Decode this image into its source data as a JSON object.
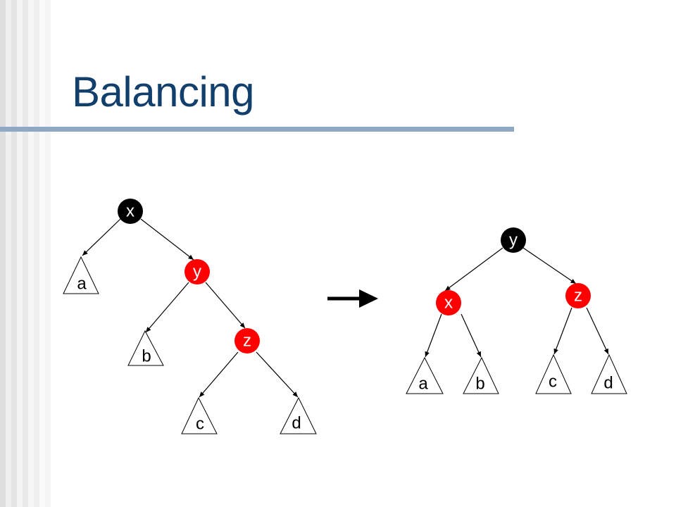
{
  "slide": {
    "title": "Balancing",
    "colors": {
      "title": "#123f6c",
      "rule": "#8fa8c4",
      "black_node": "#000000",
      "red_node": "#ff0000"
    }
  },
  "before_tree": {
    "nodes": [
      {
        "id": "x",
        "label": "x",
        "color": "black"
      },
      {
        "id": "y",
        "label": "y",
        "color": "red"
      },
      {
        "id": "z",
        "label": "z",
        "color": "red"
      }
    ],
    "leaves": [
      {
        "id": "a",
        "label": "a"
      },
      {
        "id": "b",
        "label": "b"
      },
      {
        "id": "c",
        "label": "c"
      },
      {
        "id": "d",
        "label": "d"
      }
    ]
  },
  "transform_arrow": "right-arrow-icon",
  "after_tree": {
    "nodes": [
      {
        "id": "y",
        "label": "y",
        "color": "black"
      },
      {
        "id": "x",
        "label": "x",
        "color": "red"
      },
      {
        "id": "z",
        "label": "z",
        "color": "red"
      }
    ],
    "leaves": [
      {
        "id": "a",
        "label": "a"
      },
      {
        "id": "b",
        "label": "b"
      },
      {
        "id": "c",
        "label": "c"
      },
      {
        "id": "d",
        "label": "d"
      }
    ]
  }
}
